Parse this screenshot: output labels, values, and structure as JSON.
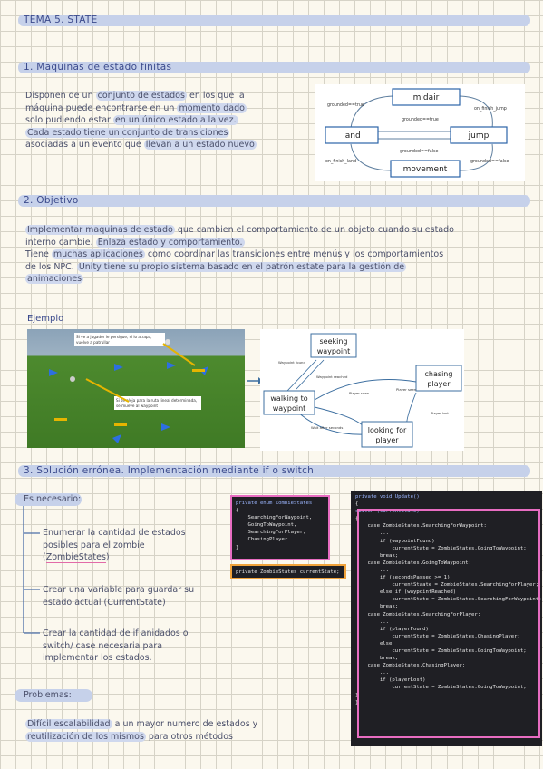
{
  "header": {
    "title": "TEMA 5. STATE"
  },
  "s1": {
    "title": "1.   Maquinas de estado finitas",
    "lines": [
      [
        "Disponen de un ",
        "conjunto de estados",
        " en los que la"
      ],
      [
        "máquina puede encontrarse en un ",
        "momento dado",
        ""
      ],
      [
        "solo pudiendo estar ",
        "en un único estado a la vez.",
        ""
      ],
      [
        "",
        "Cada estado tiene un conjunto de transiciones",
        ""
      ],
      [
        "asociadas a un evento que ",
        "llevan a un estado nuevo",
        ""
      ]
    ],
    "diagram": {
      "midair": "midair",
      "land": "land",
      "jump": "jump",
      "movement": "movement",
      "t1": "grounded==true",
      "t2": "grounded==true",
      "t3": "on_finish_jump",
      "t4": "grounded==false",
      "t5": "on_finish_land",
      "t6": "grounded==false"
    }
  },
  "s2": {
    "title": "2. Objetivo",
    "lines": [
      [
        "",
        "Implementar maquinas de estado",
        " que cambien el comportamiento de un objeto cuando su estado"
      ],
      [
        "interno cambie. ",
        "Enlaza estado y comportamiento.",
        ""
      ],
      [
        "Tiene ",
        "muchas aplicaciones",
        " como coordinar las transiciones entre menús y los comportamientos"
      ],
      [
        "de los NPC. ",
        "Unity tiene su propio sistema basado en el patrón estate para la gestión de",
        ""
      ],
      [
        "",
        "animaciones",
        ""
      ]
    ],
    "example": "Ejemplo",
    "game_note1": "Si ve a jugador le persigue, si lo atrapa, vuelve a patrullar",
    "game_note2": "Si se aleja para la ruta lineal determinada, se mueve al waypoint",
    "fsm": {
      "seeking": [
        "seeking",
        "waypoint"
      ],
      "walking": [
        "walking to",
        "waypoint"
      ],
      "chasing": [
        "chasing",
        "player"
      ],
      "looking": [
        "looking for",
        "player"
      ],
      "l1": "Waypoint found",
      "l2": "Waypoint reached",
      "l3": "Player seen",
      "l4": "Player seen",
      "l5": "Player lost",
      "l6": "Wait after seconds"
    }
  },
  "s3": {
    "title": "3. Solución errónea. Implementación mediante if o switch",
    "necesario": "Es necesario:",
    "items": [
      {
        "lines": [
          [
            "Enumerar la cantidad de estados",
            ""
          ],
          [
            "posibles para el zombie",
            ""
          ],
          [
            "(",
            "ZombieStates",
            ")"
          ]
        ]
      },
      {
        "lines": [
          [
            "Crear una variable para guardar su",
            ""
          ],
          [
            "estado actual (",
            "CurrentState",
            ")"
          ]
        ]
      },
      {
        "lines": [
          [
            "Crear la cantidad de if anidados o",
            ""
          ],
          [
            "switch/ case necesaria para",
            ""
          ],
          [
            "implementar los estados.",
            ""
          ]
        ]
      }
    ],
    "problemas": "Problemas:",
    "prob_lines": [
      [
        "Difícil escalabilidad",
        " a un mayor numero de estados y"
      ],
      [
        "reutilización de los mismos",
        " para otros métodos"
      ]
    ],
    "enum_code": [
      "private enum ZombieStates",
      "{",
      "    SearchingForWaypoint,",
      "    GoingToWaypoint,",
      "    SearchingForPlayer,",
      "    ChasingPlayer",
      "}"
    ],
    "var_code": "private ZombieStates currentState;",
    "update_code": [
      "private void Update()",
      "{",
      "switch (currentState)",
      "{",
      "    case ZombieStates.SearchingForWaypoint:",
      "        ...",
      "        if (waypointFound)",
      "            currentState = ZombieStates.GoingToWaypoint;",
      "        break;",
      "    case ZombieStates.GoingToWaypoint:",
      "        ...",
      "        if (secondsPassed >= 1)",
      "            currentStaate = ZombieStates.SearchingForPlayer;",
      "        else if (waypointReached)",
      "            currentState = ZombieStates.SearchingForWaypoint;",
      "        break;",
      "    case ZombieStates.SearchingForPlayer:",
      "        ...",
      "        if (playerFound)",
      "            currentState = ZombieStates.ChasingPlayer;",
      "        else",
      "            currentState = ZombieStates.GoingToWaypoint;",
      "        break;",
      "    case ZombieStates.ChasingPlayer:",
      "        ...",
      "        if (playerLost)",
      "            currentState = ZombieStates.GoingToWaypoint;",
      "}",
      "}"
    ]
  }
}
